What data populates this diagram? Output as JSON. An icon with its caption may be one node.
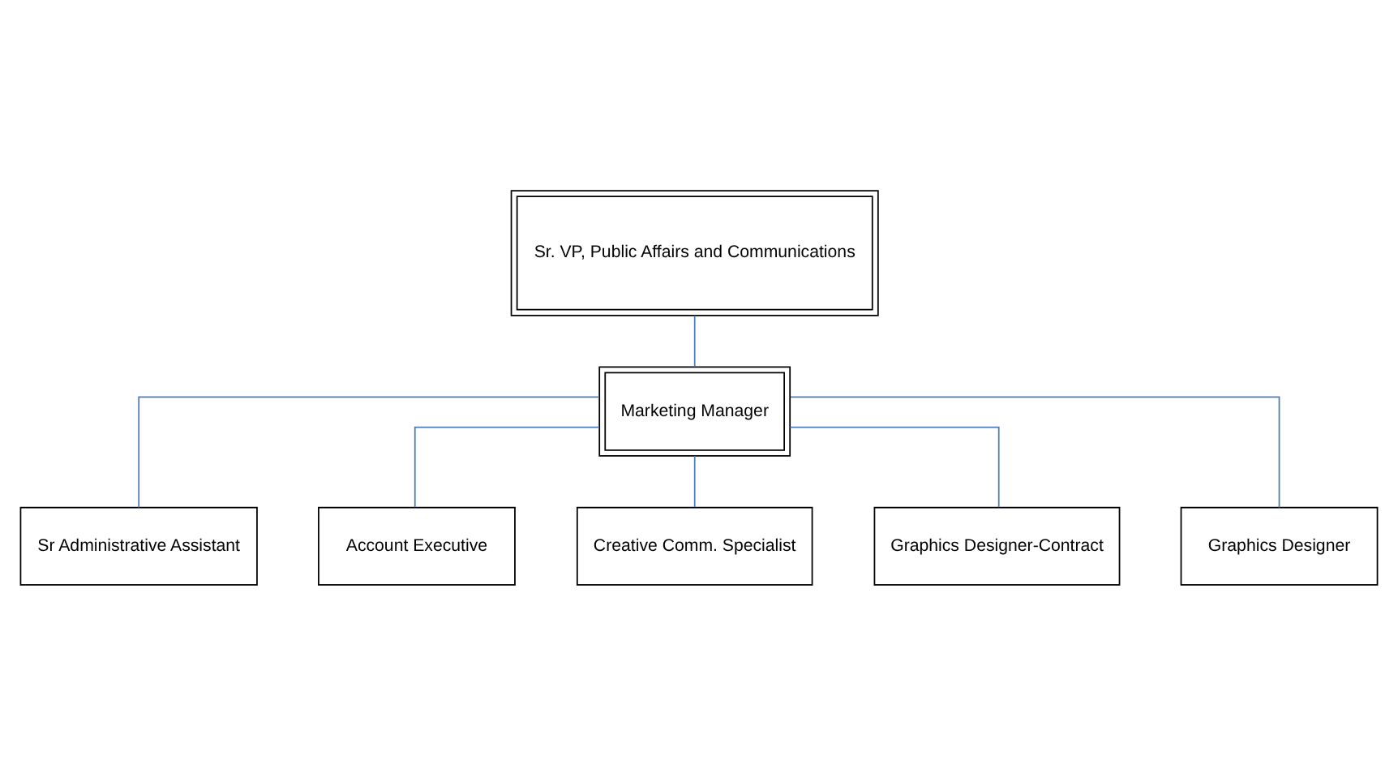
{
  "diagram": {
    "nodes": [
      {
        "text": [
          "Sr. VP, Public Affairs and Communications"
        ]
      },
      {
        "text": [
          "Marketing Manager"
        ]
      },
      {
        "text": [
          "Sr Administrative Assistant"
        ]
      },
      {
        "text": [
          "Account Executive"
        ]
      },
      {
        "text": [
          "Creative Comm. Specialist"
        ]
      },
      {
        "text": [
          "Graphics Designer-Contract"
        ]
      },
      {
        "text": [
          "Graphics Designer"
        ]
      }
    ],
    "edges": [
      {
        "from": 0,
        "to": 1,
        "arrow": "none"
      },
      {
        "from": 1,
        "to": 2,
        "arrow": "none"
      },
      {
        "from": 1,
        "to": 3,
        "arrow": "none"
      },
      {
        "from": 1,
        "to": 4,
        "arrow": "none"
      },
      {
        "from": 1,
        "to": 5,
        "arrow": "none"
      },
      {
        "from": 1,
        "to": 6,
        "arrow": "none"
      }
    ]
  }
}
